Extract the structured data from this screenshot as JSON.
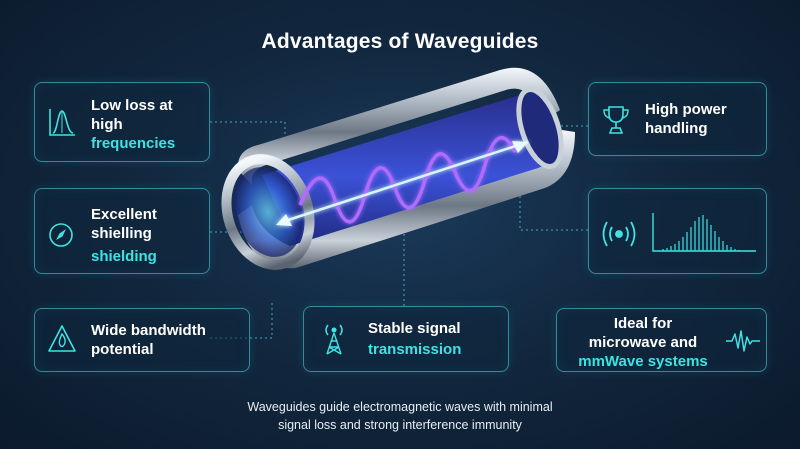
{
  "title": "Advantages of Waveguides",
  "cards": {
    "low_loss": {
      "line1": "Low loss at",
      "line2": "high",
      "line3": "frequencies"
    },
    "power": {
      "line1": "High power",
      "line2": "handling"
    },
    "shielding": {
      "line1": "Excellent",
      "line2": "shielling",
      "line3": "shielding"
    },
    "bandwidth": {
      "line1": "Wide bandwidth",
      "line2": "potential"
    },
    "stable": {
      "line1": "Stable signal",
      "line2": "transmission"
    },
    "ideal": {
      "line1": "Ideal for",
      "line2": "microwave and",
      "line3": "mmWave systems"
    }
  },
  "caption": {
    "line1": "Waveguides guide electromagnetic waves with minimal",
    "line2": "signal loss and strong interference immunity"
  },
  "icons": [
    "spectrum-peak-icon",
    "trophy-icon",
    "compass-icon",
    "spectrum-signal-icon",
    "warning-flame-icon",
    "antenna-tower-icon",
    "waveform-icon"
  ],
  "colors": {
    "accent": "#3fe3e3",
    "background": "#12283f",
    "border": "#56dce6",
    "wave": "#a05cff"
  }
}
